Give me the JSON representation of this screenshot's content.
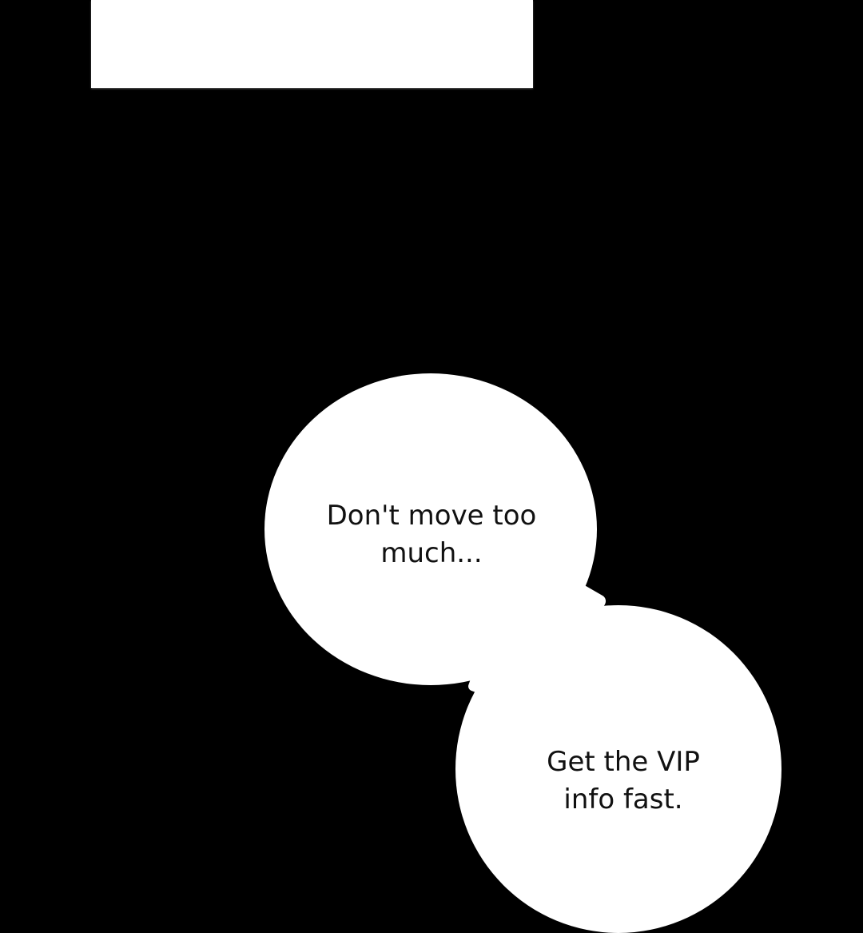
{
  "panel": {
    "color": "#ffffff"
  },
  "bubbles": [
    {
      "lines": [
        "Don't move too",
        "much..."
      ]
    },
    {
      "lines": [
        "Get the VIP",
        "info fast."
      ]
    }
  ],
  "colors": {
    "background": "#000000",
    "bubble": "#ffffff",
    "text": "#111111"
  }
}
